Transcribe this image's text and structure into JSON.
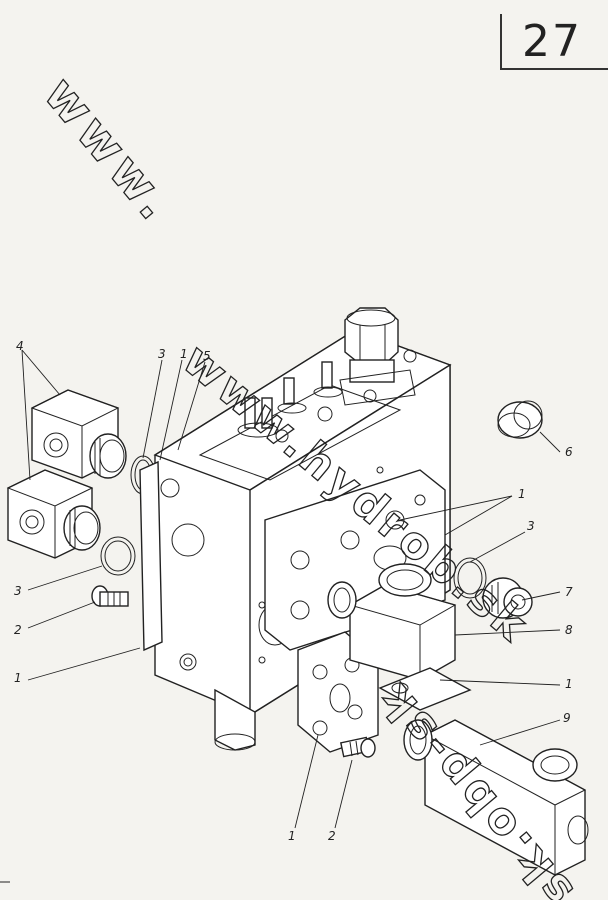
{
  "page": {
    "number": "27"
  },
  "watermark": {
    "line1": "www.",
    "line2": "www.hydrob.sk",
    "line3": "sk.obp-sk"
  },
  "callouts": [
    {
      "id": "c4",
      "label": "4"
    },
    {
      "id": "c3a",
      "label": "3"
    },
    {
      "id": "c1a",
      "label": "1"
    },
    {
      "id": "c5",
      "label": "5"
    },
    {
      "id": "c6",
      "label": "6"
    },
    {
      "id": "c1b",
      "label": "1"
    },
    {
      "id": "c3b",
      "label": "3"
    },
    {
      "id": "c3c",
      "label": "3"
    },
    {
      "id": "c7",
      "label": "7"
    },
    {
      "id": "c2a",
      "label": "2"
    },
    {
      "id": "c8",
      "label": "8"
    },
    {
      "id": "c1c",
      "label": "1"
    },
    {
      "id": "c1d",
      "label": "1"
    },
    {
      "id": "c9",
      "label": "9"
    },
    {
      "id": "c1e",
      "label": "1"
    },
    {
      "id": "c2b",
      "label": "2"
    }
  ]
}
